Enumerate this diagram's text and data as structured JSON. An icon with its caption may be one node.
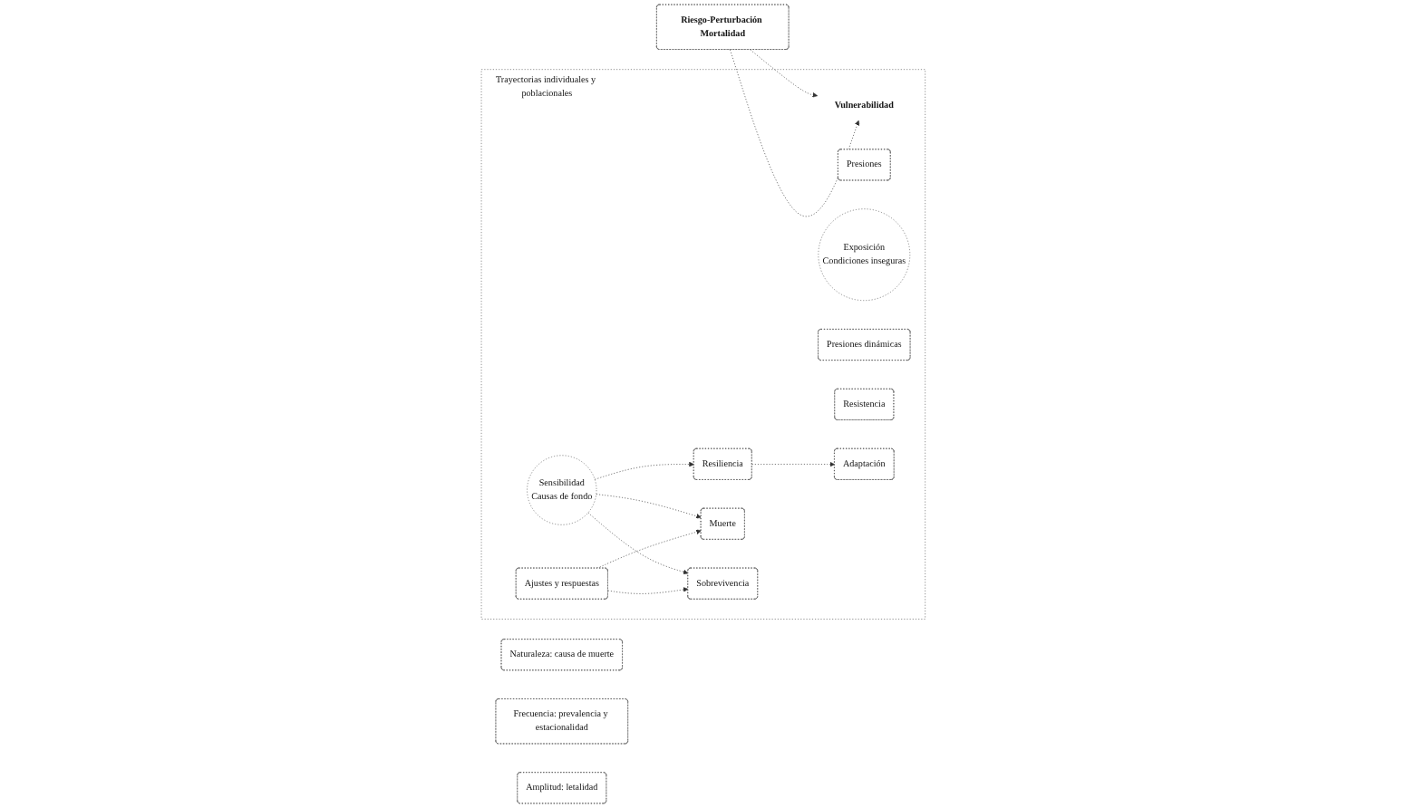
{
  "diagram": {
    "nodes": [
      {
        "text": [
          "Riesgo-Perturbación Mortalidad"
        ]
      },
      {
        "text": [
          "Naturaleza: causa de muerte"
        ]
      },
      {
        "text": [
          "Frecuencia: prevalencia y estacionalidad"
        ]
      },
      {
        "text": [
          "Amplitud: letalidad"
        ]
      },
      {
        "text": [
          "Trayectorias individuales y poblacionales"
        ]
      },
      {
        "text": [
          "Presiones"
        ],
        "in": 4
      },
      {
        "text": [
          "Vulnerabilidad"
        ],
        "in": 4
      },
      {
        "text": [
          "Exposición",
          "Condiciones inseguras"
        ],
        "in": 4
      },
      {
        "text": [
          "Presiones dinámicas"
        ],
        "in": 4
      },
      {
        "text": [
          "Sensibilidad",
          "Causas de fondo"
        ],
        "in": 4
      },
      {
        "text": [
          "Resistencia"
        ],
        "in": 4
      },
      {
        "text": [
          "Resiliencia"
        ],
        "in": 4
      },
      {
        "text": [
          "Adaptación"
        ],
        "in": 4
      },
      {
        "text": [
          "Muerte"
        ],
        "in": 4
      },
      {
        "text": [
          "Sobrevivencia"
        ],
        "in": 4
      },
      {
        "text": [
          "Ajustes y respuestas"
        ],
        "in": 4
      }
    ],
    "edges": [
      {
        "from": 0,
        "to": 6,
        "arrow": "to"
      },
      {
        "from": 0,
        "to": 6,
        "arrow": "to"
      },
      {
        "from": 9,
        "to": 11,
        "arrow": "to"
      },
      {
        "from": 9,
        "to": 13,
        "arrow": "to"
      },
      {
        "from": 9,
        "to": 14,
        "arrow": "to"
      },
      {
        "from": 11,
        "to": 12,
        "arrow": "to"
      },
      {
        "from": 15,
        "to": 13,
        "arrow": "to"
      },
      {
        "from": 15,
        "to": 14,
        "arrow": "to"
      }
    ]
  }
}
